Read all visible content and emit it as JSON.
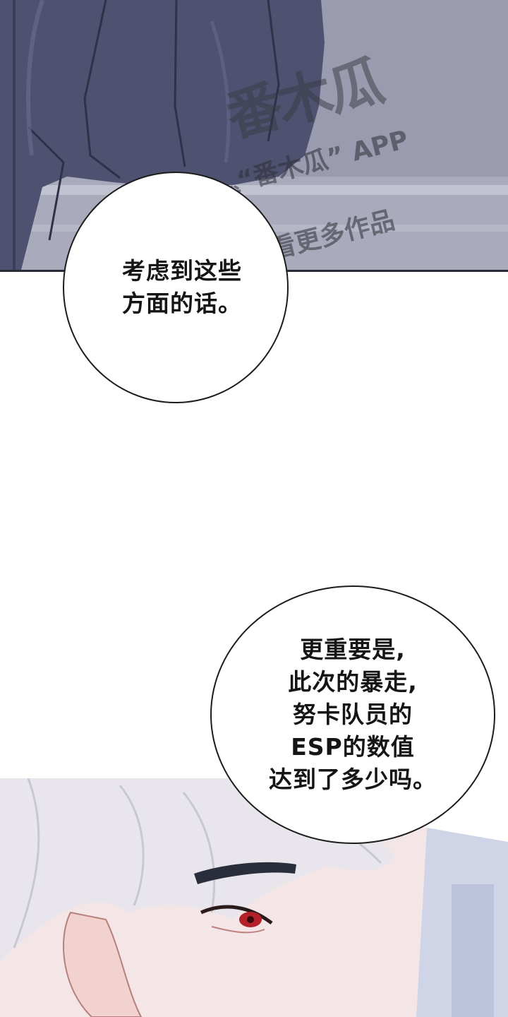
{
  "watermark": {
    "logo": "番木瓜",
    "line1": "“番木瓜” APP",
    "line2": "下载",
    "line3": "观看更多作品"
  },
  "bubbles": [
    {
      "text": "考虑到这些\n方面的话。"
    },
    {
      "text": "更重要是,\n此次的暴走,\n努卡队员的\nESP的数值\n达到了多少吗。"
    }
  ],
  "colors": {
    "panel_top_bg": "#8e8fa3",
    "suit": "#4e5270",
    "hair": "#e8e6ec",
    "skin": "#f4e6e6",
    "eye": "#b3202a"
  }
}
